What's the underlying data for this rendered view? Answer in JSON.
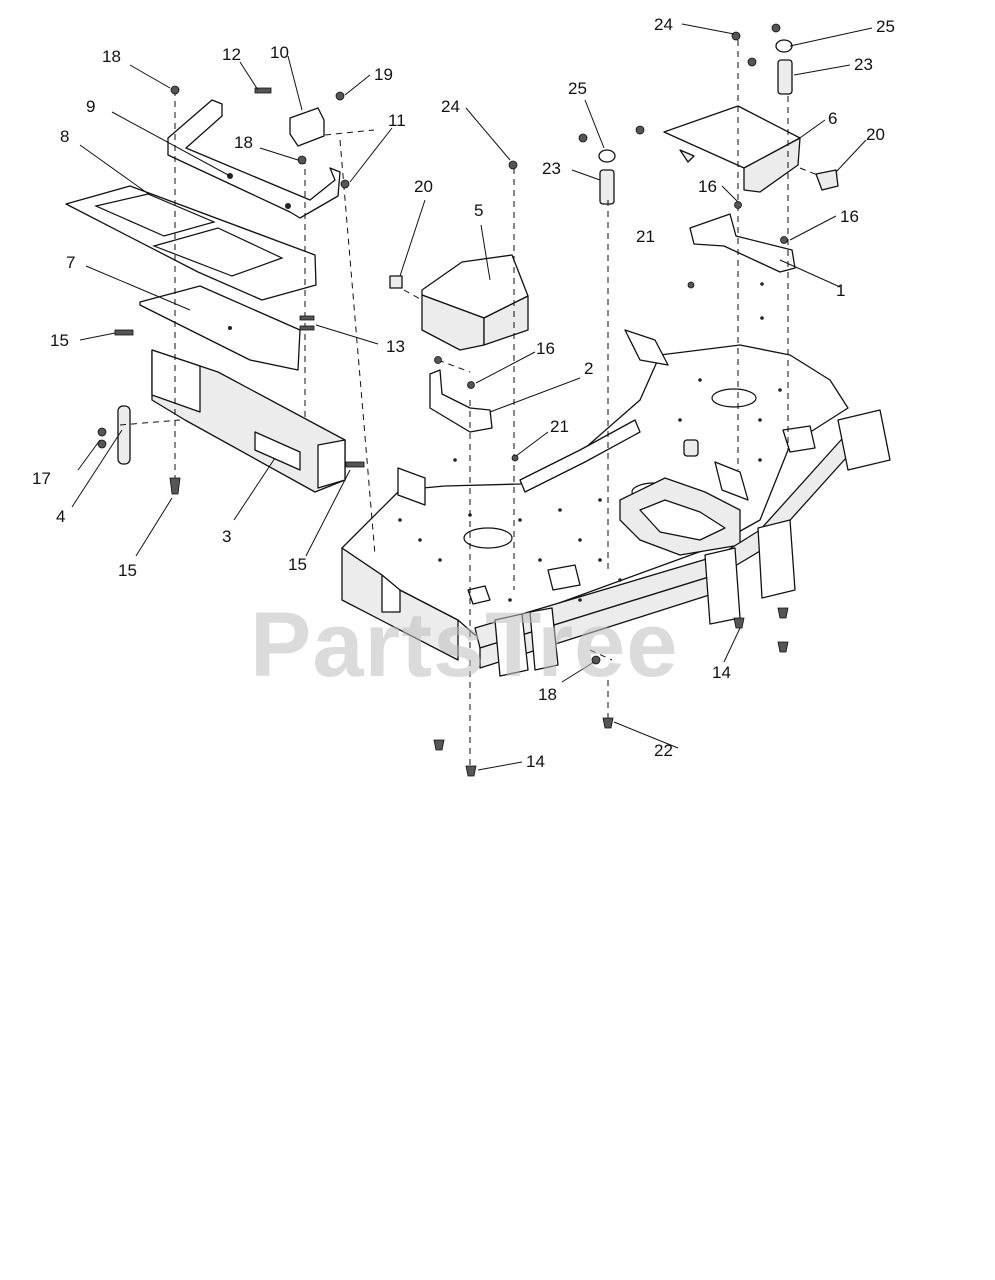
{
  "watermark": {
    "text": "PartsTree",
    "color": "#bdbdbd"
  },
  "callouts": [
    {
      "id": "c-24a",
      "text": "24"
    },
    {
      "id": "c-25a",
      "text": "25"
    },
    {
      "id": "c-23a",
      "text": "23"
    },
    {
      "id": "c-6",
      "text": "6"
    },
    {
      "id": "c-20a",
      "text": "20"
    },
    {
      "id": "c-16a",
      "text": "16"
    },
    {
      "id": "c-16b",
      "text": "16"
    },
    {
      "id": "c-21a",
      "text": "21"
    },
    {
      "id": "c-1",
      "text": "1"
    },
    {
      "id": "c-18a",
      "text": "18"
    },
    {
      "id": "c-12",
      "text": "12"
    },
    {
      "id": "c-10",
      "text": "10"
    },
    {
      "id": "c-19",
      "text": "19"
    },
    {
      "id": "c-9",
      "text": "9"
    },
    {
      "id": "c-18b",
      "text": "18"
    },
    {
      "id": "c-11",
      "text": "11"
    },
    {
      "id": "c-8",
      "text": "8"
    },
    {
      "id": "c-24b",
      "text": "24"
    },
    {
      "id": "c-25b",
      "text": "25"
    },
    {
      "id": "c-23b",
      "text": "23"
    },
    {
      "id": "c-20b",
      "text": "20"
    },
    {
      "id": "c-5",
      "text": "5"
    },
    {
      "id": "c-7",
      "text": "7"
    },
    {
      "id": "c-15a",
      "text": "15"
    },
    {
      "id": "c-13",
      "text": "13"
    },
    {
      "id": "c-16c",
      "text": "16"
    },
    {
      "id": "c-2",
      "text": "2"
    },
    {
      "id": "c-21b",
      "text": "21"
    },
    {
      "id": "c-17",
      "text": "17"
    },
    {
      "id": "c-4",
      "text": "4"
    },
    {
      "id": "c-3",
      "text": "3"
    },
    {
      "id": "c-15b",
      "text": "15"
    },
    {
      "id": "c-15c",
      "text": "15"
    },
    {
      "id": "c-14a",
      "text": "14"
    },
    {
      "id": "c-18c",
      "text": "18"
    },
    {
      "id": "c-22",
      "text": "22"
    },
    {
      "id": "c-14b",
      "text": "14"
    }
  ]
}
